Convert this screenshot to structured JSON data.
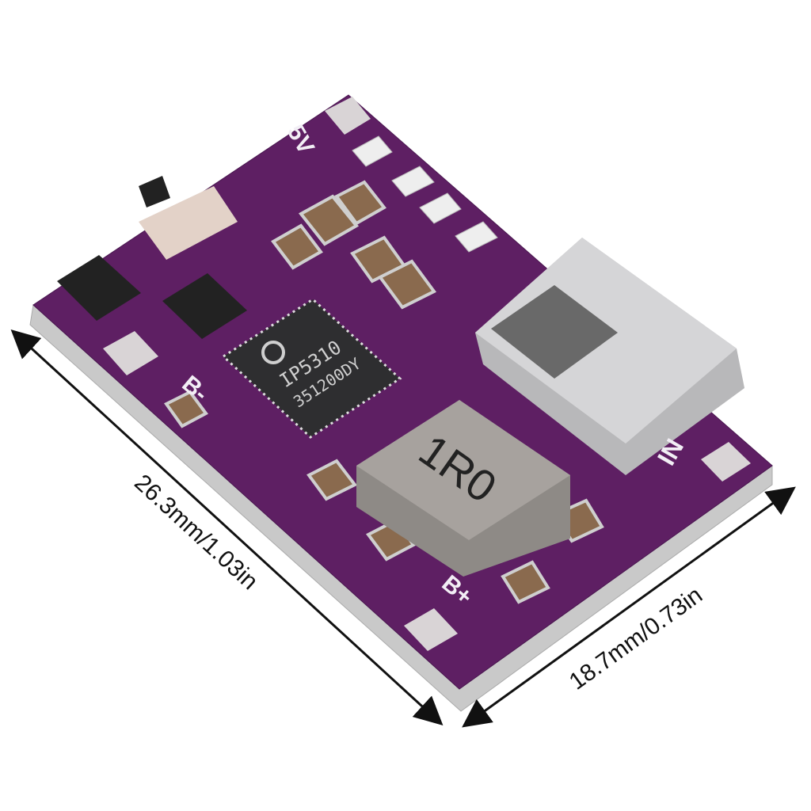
{
  "dimensions": {
    "length_label": "26.3mm/1.03in",
    "width_label": "18.7mm/0.73in"
  },
  "board": {
    "chip_model": "IP5310",
    "chip_code": "351200DY",
    "inductor_marking": "1R0",
    "silkscreen": {
      "five_v": "5V",
      "b_minus": "B-",
      "b_plus": "B+",
      "input": "IN"
    }
  },
  "colors": {
    "pcb": "#5e1f63",
    "edge": "#c9c9c9",
    "chip": "#2e2e30",
    "inductor": "#8e8a86"
  }
}
